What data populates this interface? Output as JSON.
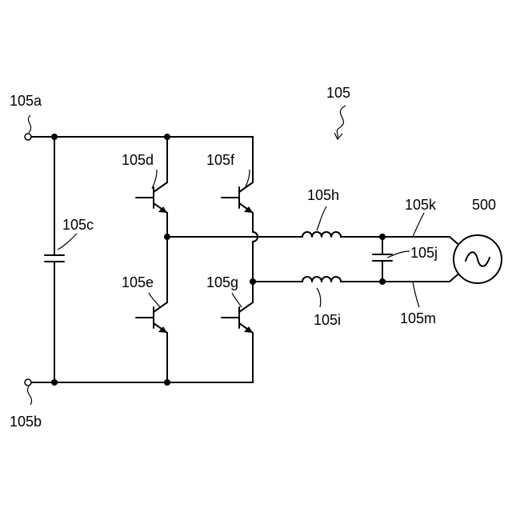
{
  "labels": {
    "figure_ref": "105",
    "terminal_top": "105a",
    "terminal_bottom": "105b",
    "capacitor_dc": "105c",
    "transistor_upper_left": "105d",
    "transistor_lower_left": "105e",
    "transistor_upper_right": "105f",
    "transistor_lower_right": "105g",
    "inductor_top": "105h",
    "inductor_bottom": "105i",
    "capacitor_filter": "105j",
    "line_top": "105k",
    "line_bottom": "105m",
    "ac_source": "500"
  }
}
